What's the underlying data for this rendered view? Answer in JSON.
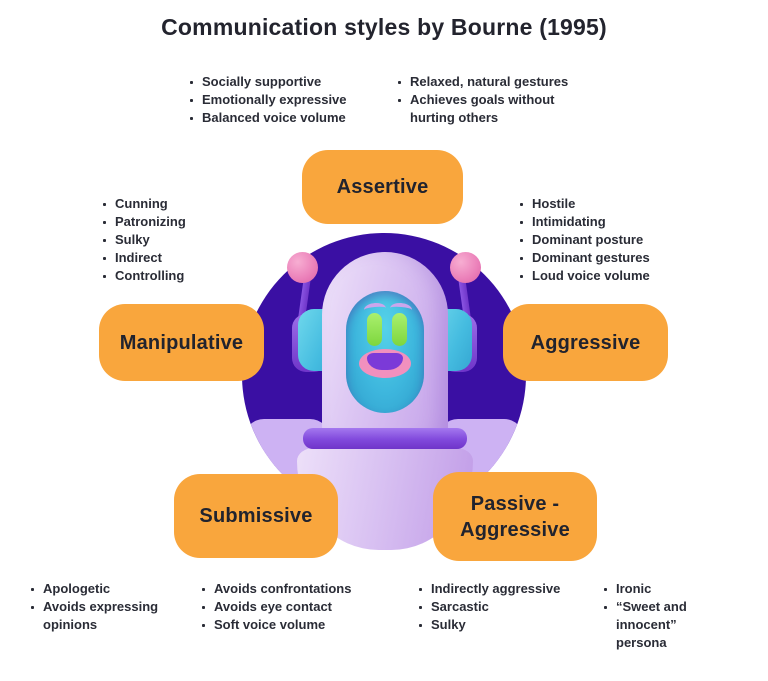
{
  "title": "Communication styles by Bourne (1995)",
  "colors": {
    "accent_orange": "#F9A63D",
    "ink": "#25262F",
    "circle_indigo": "#3A0FA3",
    "ground_purple": "#B48EE8",
    "robot_body_lavender": "#D9C2F3",
    "face_teal": "#3DB6DD",
    "eye_green": "#8ADF4B",
    "mouth_pink": "#F190BE",
    "antenna_pink": "#EC83BB"
  },
  "styles": {
    "assertive": {
      "label": "Assertive",
      "traits_left": [
        "Socially supportive",
        "Emotionally expressive",
        "Balanced voice volume"
      ],
      "traits_right": [
        "Relaxed, natural gestures",
        "Achieves goals without hurting others"
      ]
    },
    "manipulative": {
      "label": "Manipulative",
      "traits": [
        "Cunning",
        "Patronizing",
        "Sulky",
        "Indirect",
        "Controlling"
      ]
    },
    "aggressive": {
      "label": "Aggressive",
      "traits": [
        "Hostile",
        "Intimidating",
        "Dominant posture",
        "Dominant gestures",
        "Loud voice volume"
      ]
    },
    "submissive": {
      "label": "Submissive",
      "traits_left": [
        "Apologetic",
        "Avoids expressing opinions"
      ],
      "traits_right": [
        "Avoids confrontations",
        "Avoids eye contact",
        "Soft voice volume"
      ]
    },
    "passive_aggressive": {
      "label": "Passive - Aggressive",
      "traits_left": [
        "Indirectly aggressive",
        "Sarcastic",
        "Sulky"
      ],
      "traits_right": [
        "Ironic",
        "“Sweet and innocent” persona"
      ]
    }
  }
}
